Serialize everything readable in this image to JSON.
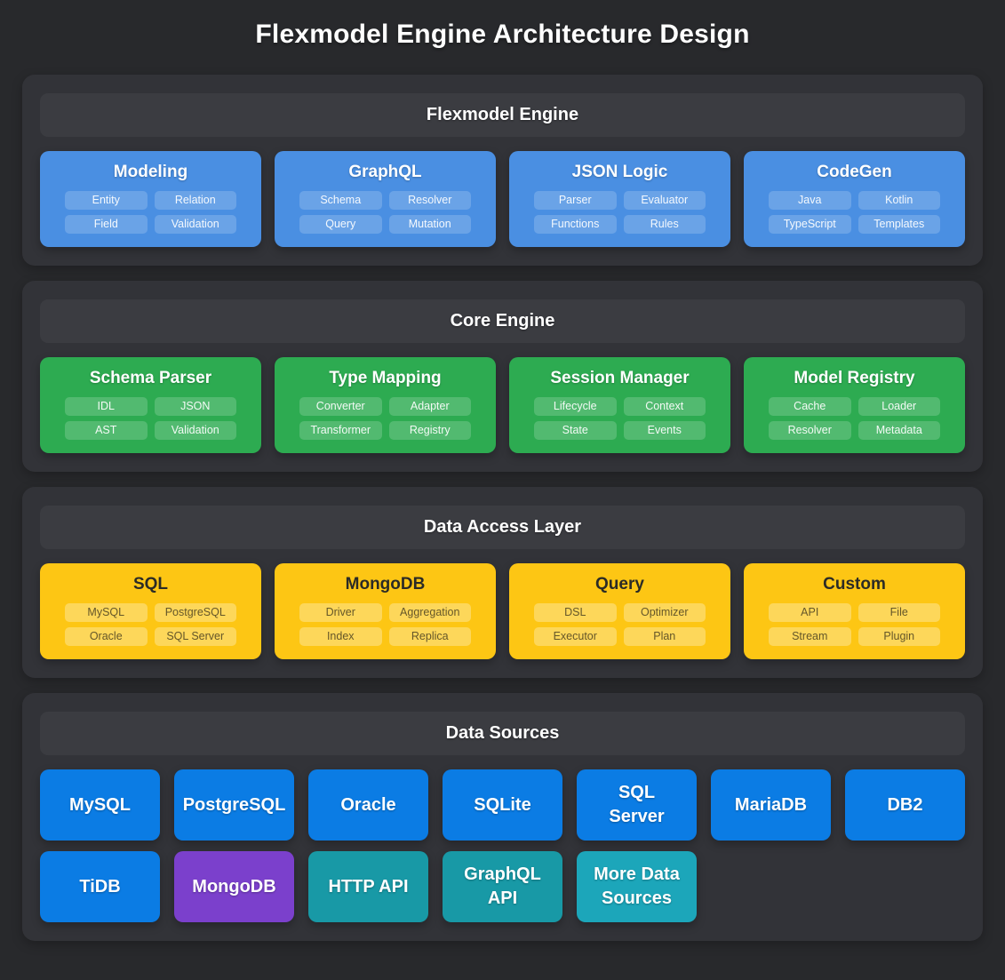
{
  "page_title": "Flexmodel Engine Architecture Design",
  "colors": {
    "page_bg": "#28292c",
    "section_bg": "#323338",
    "header_bg": "#3b3c41",
    "title_text": "#ffffff",
    "card_blue": "#4a8fe2",
    "card_green": "#2dab51",
    "card_yellow": "#fdc614",
    "tile_blue": "#0b7ce4",
    "tile_purple": "#7b40cc",
    "tile_teal": "#1899a6",
    "tile_cyan": "#1ca6ba"
  },
  "sections": [
    {
      "title": "Flexmodel Engine",
      "theme": "blue",
      "cards": [
        {
          "title": "Modeling",
          "tags": [
            "Entity",
            "Relation",
            "Field",
            "Validation"
          ]
        },
        {
          "title": "GraphQL",
          "tags": [
            "Schema",
            "Resolver",
            "Query",
            "Mutation"
          ]
        },
        {
          "title": "JSON Logic",
          "tags": [
            "Parser",
            "Evaluator",
            "Functions",
            "Rules"
          ]
        },
        {
          "title": "CodeGen",
          "tags": [
            "Java",
            "Kotlin",
            "TypeScript",
            "Templates"
          ]
        }
      ]
    },
    {
      "title": "Core Engine",
      "theme": "green",
      "cards": [
        {
          "title": "Schema Parser",
          "tags": [
            "IDL",
            "JSON",
            "AST",
            "Validation"
          ]
        },
        {
          "title": "Type Mapping",
          "tags": [
            "Converter",
            "Adapter",
            "Transformer",
            "Registry"
          ]
        },
        {
          "title": "Session Manager",
          "tags": [
            "Lifecycle",
            "Context",
            "State",
            "Events"
          ]
        },
        {
          "title": "Model Registry",
          "tags": [
            "Cache",
            "Loader",
            "Resolver",
            "Metadata"
          ]
        }
      ]
    },
    {
      "title": "Data Access Layer",
      "theme": "yellow",
      "cards": [
        {
          "title": "SQL",
          "tags": [
            "MySQL",
            "PostgreSQL",
            "Oracle",
            "SQL Server"
          ]
        },
        {
          "title": "MongoDB",
          "tags": [
            "Driver",
            "Aggregation",
            "Index",
            "Replica"
          ]
        },
        {
          "title": "Query",
          "tags": [
            "DSL",
            "Optimizer",
            "Executor",
            "Plan"
          ]
        },
        {
          "title": "Custom",
          "tags": [
            "API",
            "File",
            "Stream",
            "Plugin"
          ]
        }
      ]
    }
  ],
  "data_sources": {
    "title": "Data Sources",
    "tiles": [
      {
        "label": "MySQL",
        "color": "tile_blue"
      },
      {
        "label": "PostgreSQL",
        "color": "tile_blue"
      },
      {
        "label": "Oracle",
        "color": "tile_blue"
      },
      {
        "label": "SQLite",
        "color": "tile_blue"
      },
      {
        "label": "SQL\nServer",
        "color": "tile_blue"
      },
      {
        "label": "MariaDB",
        "color": "tile_blue"
      },
      {
        "label": "DB2",
        "color": "tile_blue"
      },
      {
        "label": "TiDB",
        "color": "tile_blue"
      },
      {
        "label": "MongoDB",
        "color": "tile_purple"
      },
      {
        "label": "HTTP API",
        "color": "tile_teal"
      },
      {
        "label": "GraphQL\nAPI",
        "color": "tile_teal"
      },
      {
        "label": "More Data\nSources",
        "color": "tile_cyan"
      }
    ]
  }
}
